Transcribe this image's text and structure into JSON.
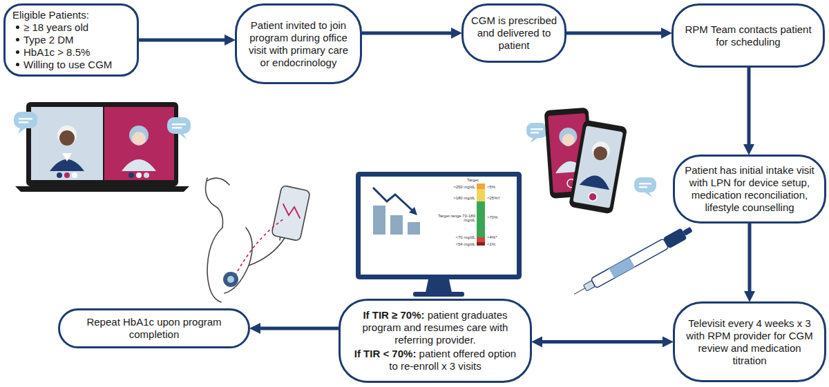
{
  "diagram": {
    "nodes": [
      {
        "text": [
          "Eligible Patients:",
          "≥ 18 years old",
          "Type 2 DM",
          "HbA1c > 8.5%",
          "Willing to use CGM"
        ]
      },
      {
        "text": [
          "Patient invited to join program during office visit with primary care or endocrinology"
        ]
      },
      {
        "text": [
          "CGM is prescribed and delivered to patient"
        ]
      },
      {
        "text": [
          "RPM Team contacts patient for scheduling"
        ]
      },
      {
        "text": [
          "Patient has initial intake visit with LPN for device setup, medication reconciliation, lifestyle counselling"
        ]
      },
      {
        "text": [
          "Televisit every 4 weeks x 3 with RPM provider for CGM review and medication titration"
        ]
      },
      {
        "text": [
          "If TIR ≥ 70%: patient graduates program and resumes care with referring provider.",
          "If TIR < 70%: patient offered option to re-enroll x 3 visits"
        ]
      },
      {
        "text": [
          "Repeat HbA1c upon program completion"
        ]
      }
    ],
    "edges": [
      {
        "from": 0,
        "to": 1,
        "arrow": "to"
      },
      {
        "from": 1,
        "to": 2,
        "arrow": "to"
      },
      {
        "from": 2,
        "to": 3,
        "arrow": "to"
      },
      {
        "from": 3,
        "to": 4,
        "arrow": "to"
      },
      {
        "from": 4,
        "to": 5,
        "arrow": "to"
      },
      {
        "from": 5,
        "to": 6,
        "arrow": "both"
      },
      {
        "from": 6,
        "to": 7,
        "arrow": "to"
      }
    ],
    "labels": [
      "Target",
      ">250 mg/dL",
      "<5%",
      ">180 mg/dL",
      "<25%†",
      "Target range 70-180 mg/dL",
      ">70%",
      "<70 mg/dL",
      "<4%*",
      "<54 mg/dL",
      "<1%"
    ]
  }
}
